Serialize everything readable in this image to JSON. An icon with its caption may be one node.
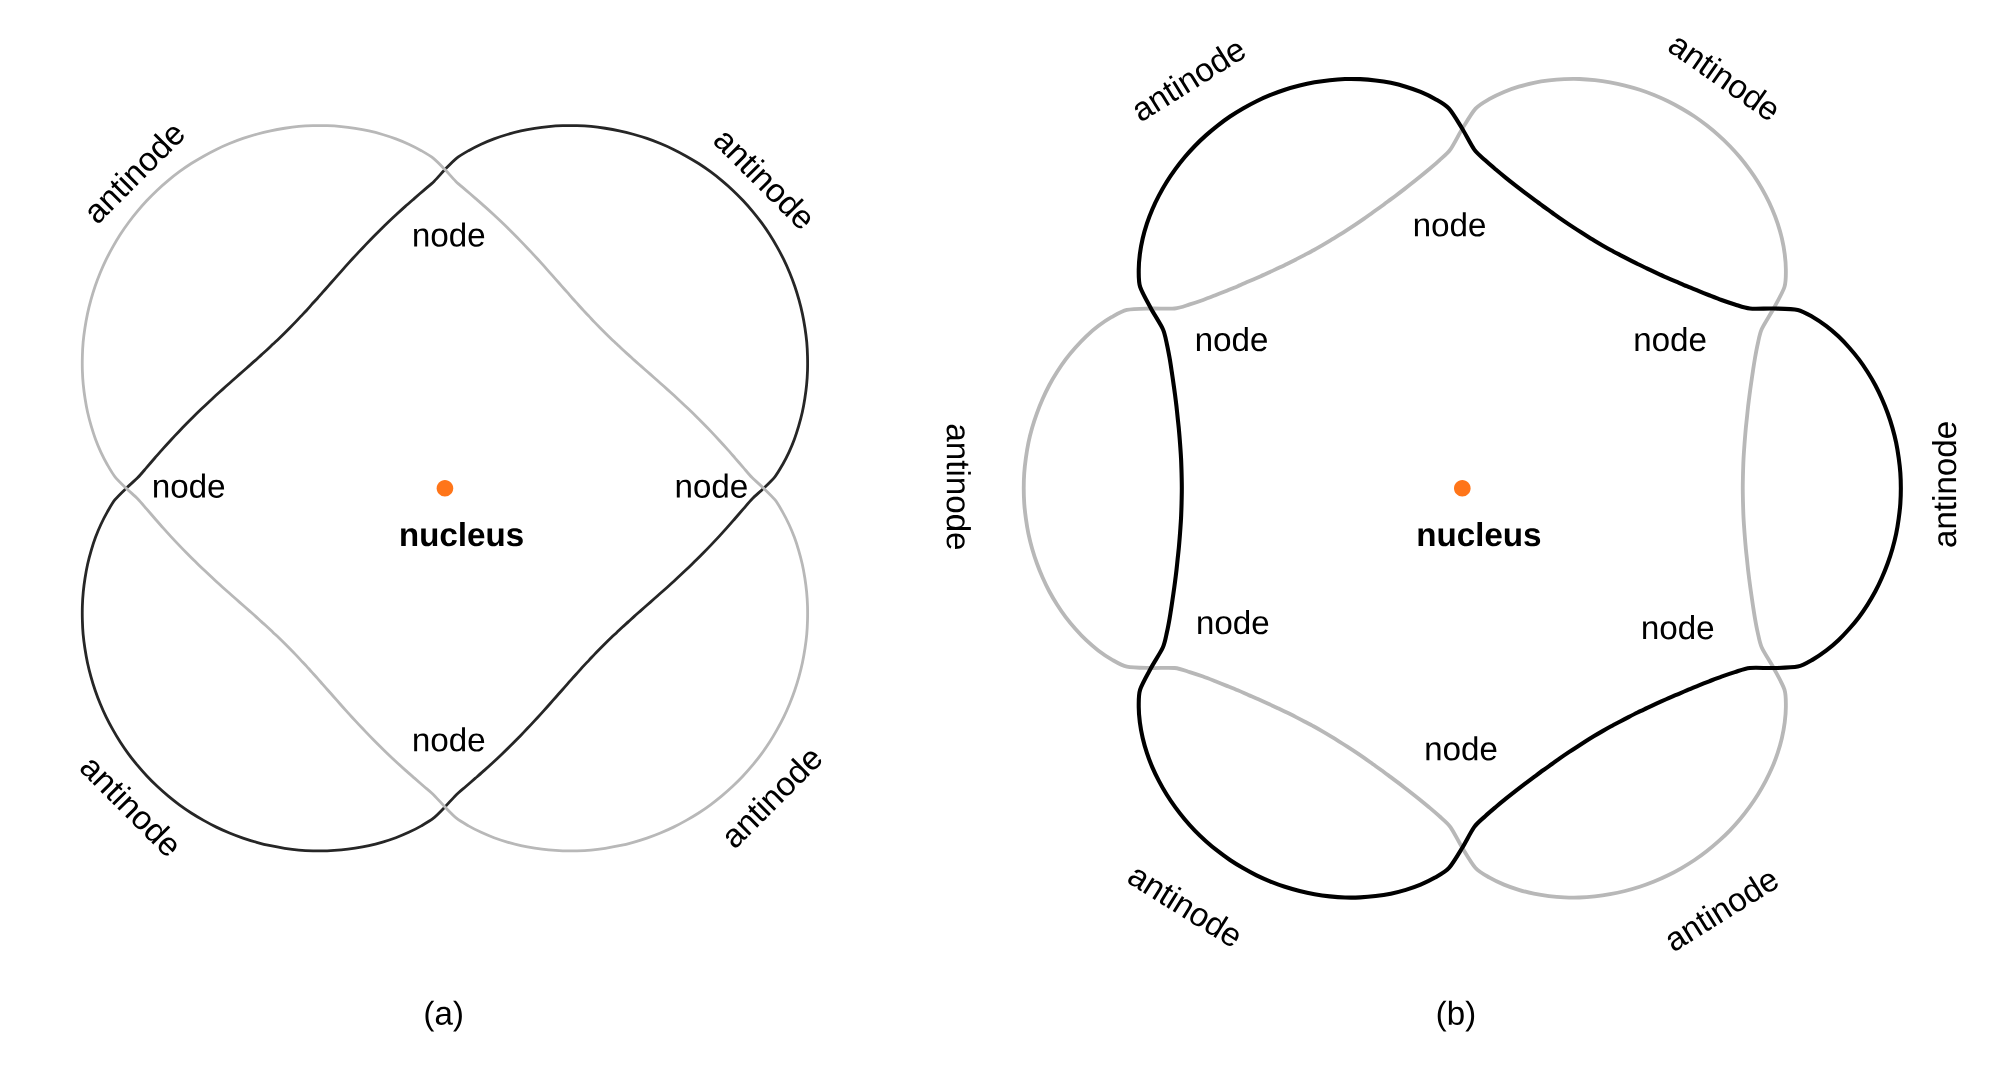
{
  "diagram": {
    "labels": [
      "antinode",
      "antinode",
      "node",
      "node",
      "node",
      "nucleus",
      "node",
      "antinode",
      "antinode",
      "(a)",
      "antinode",
      "antinode",
      "node",
      "node",
      "node",
      "antinode",
      "antinode",
      "nucleus",
      "node",
      "node",
      "node",
      "antinode",
      "antinode",
      "(b)"
    ]
  }
}
